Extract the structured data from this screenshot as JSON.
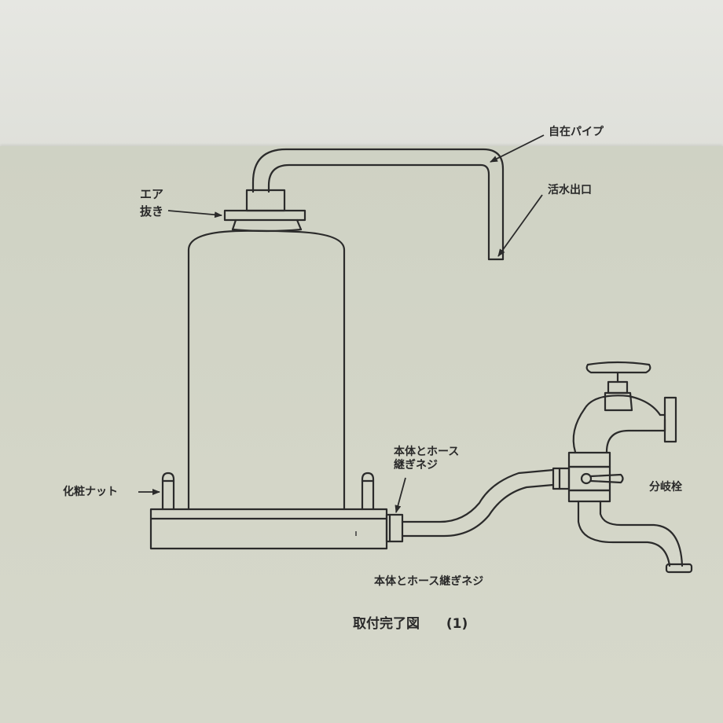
{
  "labels": {
    "flexible_pipe": "自在パイプ",
    "active_water_outlet": "活水出口",
    "air_vent_line1": "エア",
    "air_vent_line2": "抜き",
    "cosmetic_nut": "化粧ナット",
    "connector_top_line1": "本体とホース",
    "connector_top_line2": "継ぎネジ",
    "branch_faucet": "分岐栓",
    "connector_bottom": "本体とホース継ぎネジ"
  },
  "caption": {
    "title": "取付完了図",
    "number": "(1)"
  },
  "colors": {
    "paper_background": "#d2d4c7",
    "line": "#2b2b2b"
  }
}
